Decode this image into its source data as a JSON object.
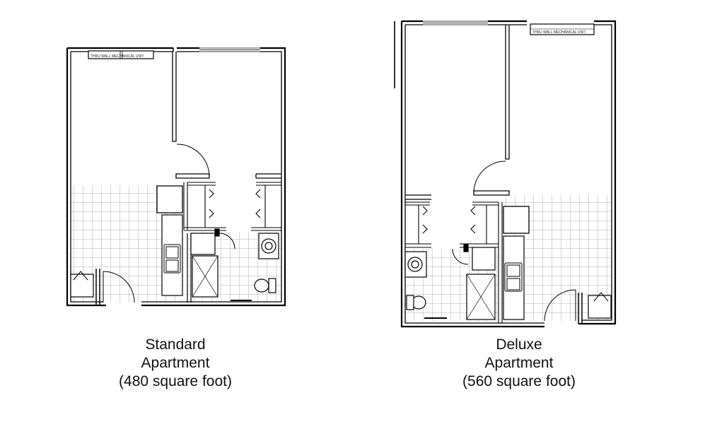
{
  "plans": [
    {
      "id": "standard",
      "caption": {
        "line1": "Standard",
        "line2": "Apartment",
        "line3": "(480 square foot)"
      },
      "mech_label": "THRU WALL MECHANICAL UNIT"
    },
    {
      "id": "deluxe",
      "caption": {
        "line1": "Deluxe",
        "line2": "Apartment",
        "line3": "(560 square foot)"
      },
      "mech_label": "THRU WALL MECHANICAL UNIT"
    }
  ]
}
